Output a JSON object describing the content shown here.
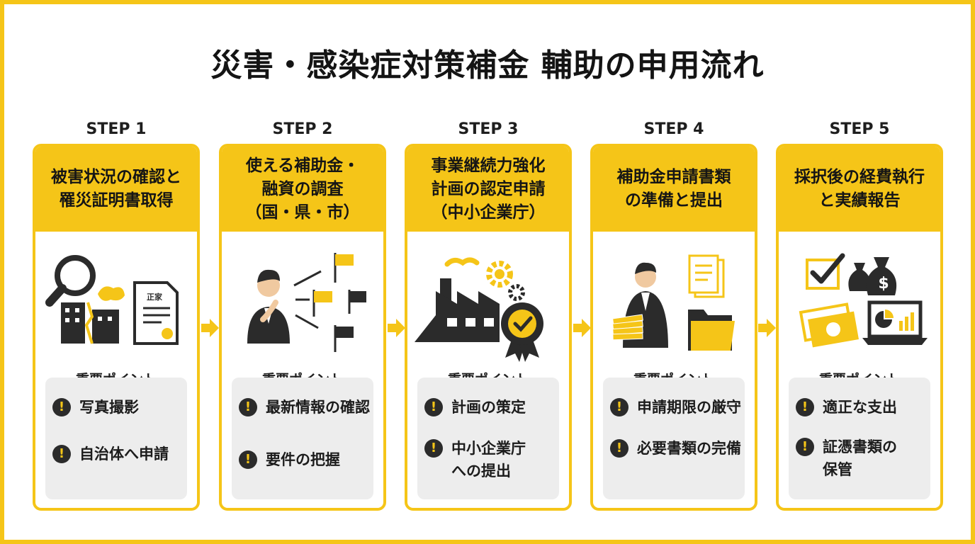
{
  "title": "災害・感染症対策補金 輔助の申用流れ",
  "colors": {
    "accent": "#f5c518",
    "dark": "#2b2b2b",
    "box": "#ededed"
  },
  "steps": [
    {
      "label": "STEP 1",
      "title": "被害状況の確認と\n罹災証明書取得",
      "icons": [
        "magnifier-icon",
        "damaged-building-icon",
        "certificate-icon"
      ],
      "doc_stamp": "正家",
      "points_heading": "重要ポイント",
      "points": [
        "写真撮影",
        "自治体へ申請"
      ]
    },
    {
      "label": "STEP 2",
      "title": "使える補助金・\n融資の調査\n（国・県・市）",
      "icons": [
        "thinking-person-icon",
        "flag-icon"
      ],
      "points_heading": "重要ポイント",
      "points": [
        "最新情報の確認",
        "要件の把握"
      ]
    },
    {
      "label": "STEP 3",
      "title": "事業継続力強化\n計画の認定申請\n（中小企業庁）",
      "icons": [
        "factory-icon",
        "gear-icon",
        "approval-badge-icon"
      ],
      "points_heading": "重要ポイント",
      "points": [
        "計画の策定",
        "中小企業庁\nへの提出"
      ]
    },
    {
      "label": "STEP 4",
      "title": "補助金申請書類\nの準備と提出",
      "icons": [
        "businessman-with-documents-icon",
        "document-icon",
        "folder-icon"
      ],
      "points_heading": "重要ポイント",
      "points": [
        "申請期限の厳守",
        "必要書類の完備"
      ]
    },
    {
      "label": "STEP 5",
      "title": "採択後の経費執行\nと実績報告",
      "icons": [
        "checkbox-icon",
        "money-bag-icon",
        "cash-icon",
        "laptop-chart-icon"
      ],
      "points_heading": "重要ポイント",
      "points": [
        "適正な支出",
        "証憑書類の\n保管"
      ]
    }
  ]
}
